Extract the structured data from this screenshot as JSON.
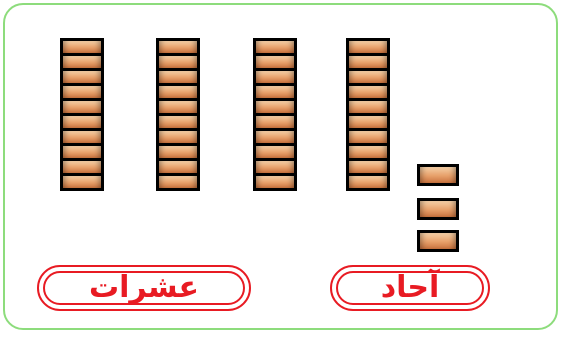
{
  "tens_rods": {
    "count": 4,
    "cubes_per_rod": 10
  },
  "ones_cubes": {
    "count": 3
  },
  "labels": {
    "tens": "عشرات",
    "ones": "آحاد"
  },
  "colors": {
    "frame_border": "#8ddc7c",
    "label_red": "#e81b23",
    "cube_fill": "#e7a06a",
    "cube_border": "#000000"
  }
}
